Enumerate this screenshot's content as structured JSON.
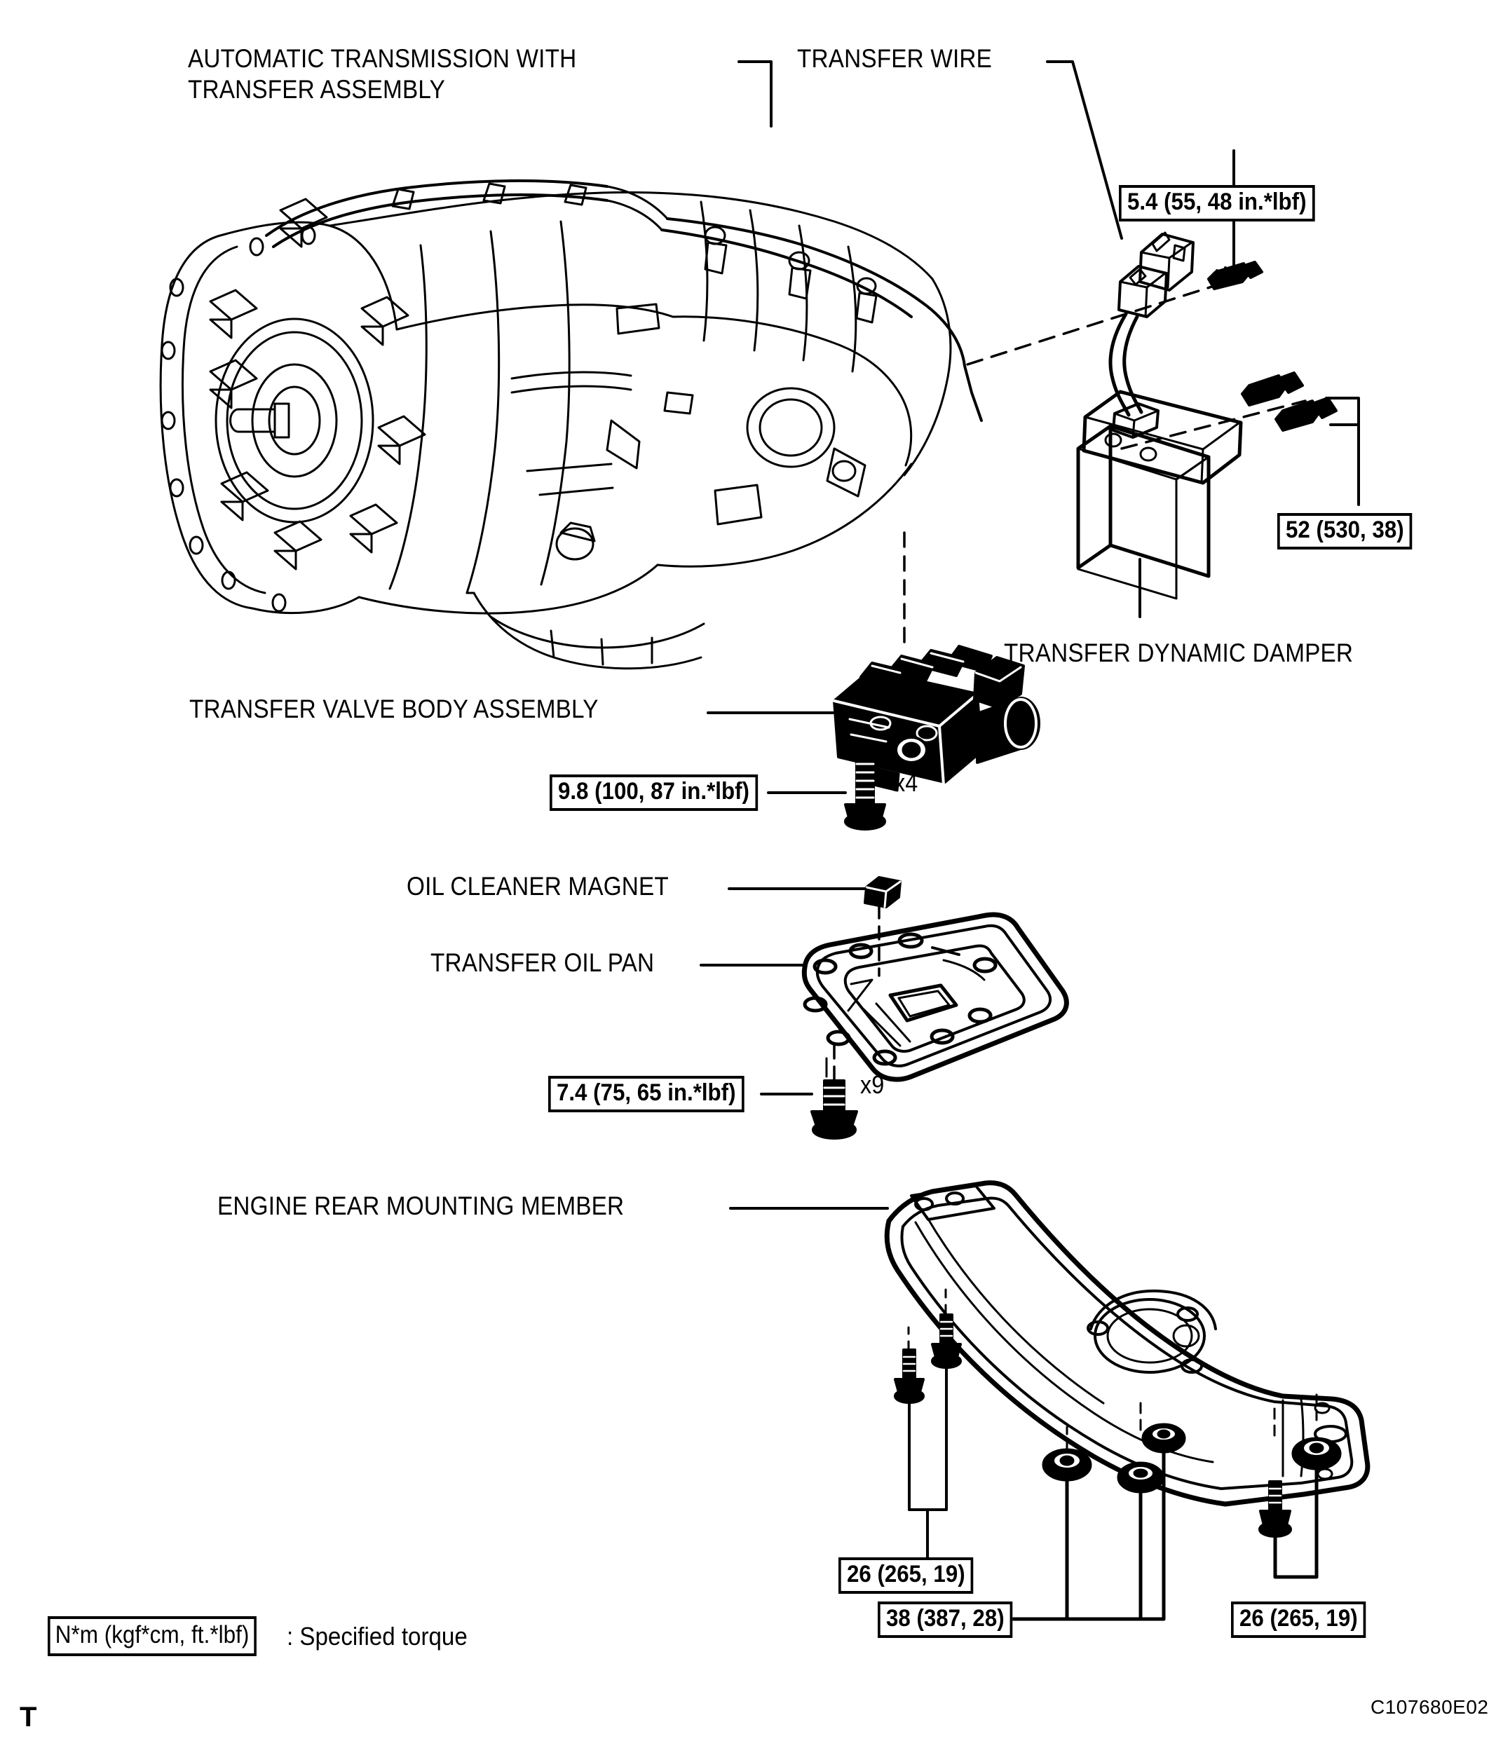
{
  "figure": {
    "code": "C107680E02",
    "sheet_mark": "T"
  },
  "legend": {
    "unit_box": "N*m (kgf*cm, ft.*lbf)",
    "description": ": Specified torque"
  },
  "callouts": [
    {
      "id": "automatic-transmission-with-transfer-assembly",
      "line1": "AUTOMATIC TRANSMISSION WITH",
      "line2": "TRANSFER ASSEMBLY"
    },
    {
      "id": "transfer-wire",
      "line1": "TRANSFER WIRE",
      "line2": ""
    },
    {
      "id": "transfer-dynamic-damper",
      "line1": "TRANSFER DYNAMIC DAMPER",
      "line2": ""
    },
    {
      "id": "transfer-valve-body-assembly",
      "line1": "TRANSFER VALVE BODY ASSEMBLY",
      "line2": ""
    },
    {
      "id": "oil-cleaner-magnet",
      "line1": "OIL CLEANER MAGNET",
      "line2": ""
    },
    {
      "id": "transfer-oil-pan",
      "line1": "TRANSFER OIL PAN",
      "line2": ""
    },
    {
      "id": "engine-rear-mounting-member",
      "line1": "ENGINE REAR MOUNTING MEMBER",
      "line2": ""
    }
  ],
  "torque_specs": [
    {
      "id": "transfer-wire-bolt",
      "value": "5.4 (55, 48 in.*lbf)",
      "multiplier": ""
    },
    {
      "id": "dynamic-damper-bolt",
      "value": "52 (530, 38)",
      "multiplier": ""
    },
    {
      "id": "valve-body-bolt",
      "value": "9.8 (100, 87 in.*lbf)",
      "multiplier": "x4"
    },
    {
      "id": "oil-pan-bolt",
      "value": "7.4 (75, 65 in.*lbf)",
      "multiplier": "x9"
    },
    {
      "id": "mounting-member-bolt-left",
      "value": "26 (265, 19)",
      "multiplier": ""
    },
    {
      "id": "mounting-member-nut",
      "value": "38 (387, 28)",
      "multiplier": ""
    },
    {
      "id": "mounting-member-bolt-right",
      "value": "26 (265, 19)",
      "multiplier": ""
    }
  ],
  "colors": {
    "ink": "#000000",
    "paper": "#ffffff"
  }
}
